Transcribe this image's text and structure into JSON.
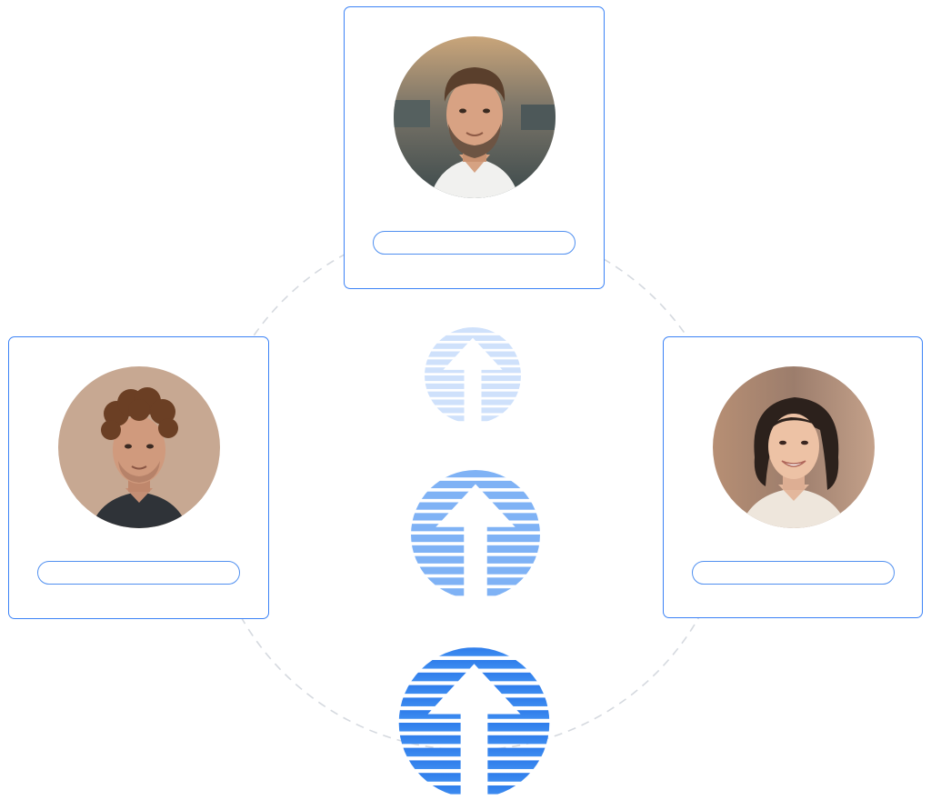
{
  "scene": {
    "profiles": [
      {
        "id": "top-profile",
        "portrait": "man-with-short-brown-hair-and-beard",
        "name_field": ""
      },
      {
        "id": "left-profile",
        "portrait": "man-with-curly-hair-and-stubble",
        "name_field": ""
      },
      {
        "id": "right-profile",
        "portrait": "smiling-woman-with-dark-bob",
        "name_field": ""
      }
    ],
    "upgrade_arrows": [
      {
        "id": "arrow-small",
        "icon": "up-arrow-striped-icon",
        "color": "#cfe1fb"
      },
      {
        "id": "arrow-medium",
        "icon": "up-arrow-striped-icon",
        "color": "#7fb2f5"
      },
      {
        "id": "arrow-large",
        "icon": "up-arrow-striped-icon",
        "color": "#2f7deb"
      }
    ]
  },
  "colors": {
    "card_border": "#3b82f6",
    "pill_border": "#4f8ff0",
    "ring_dash": "#d5d9df",
    "background": "#ffffff"
  }
}
